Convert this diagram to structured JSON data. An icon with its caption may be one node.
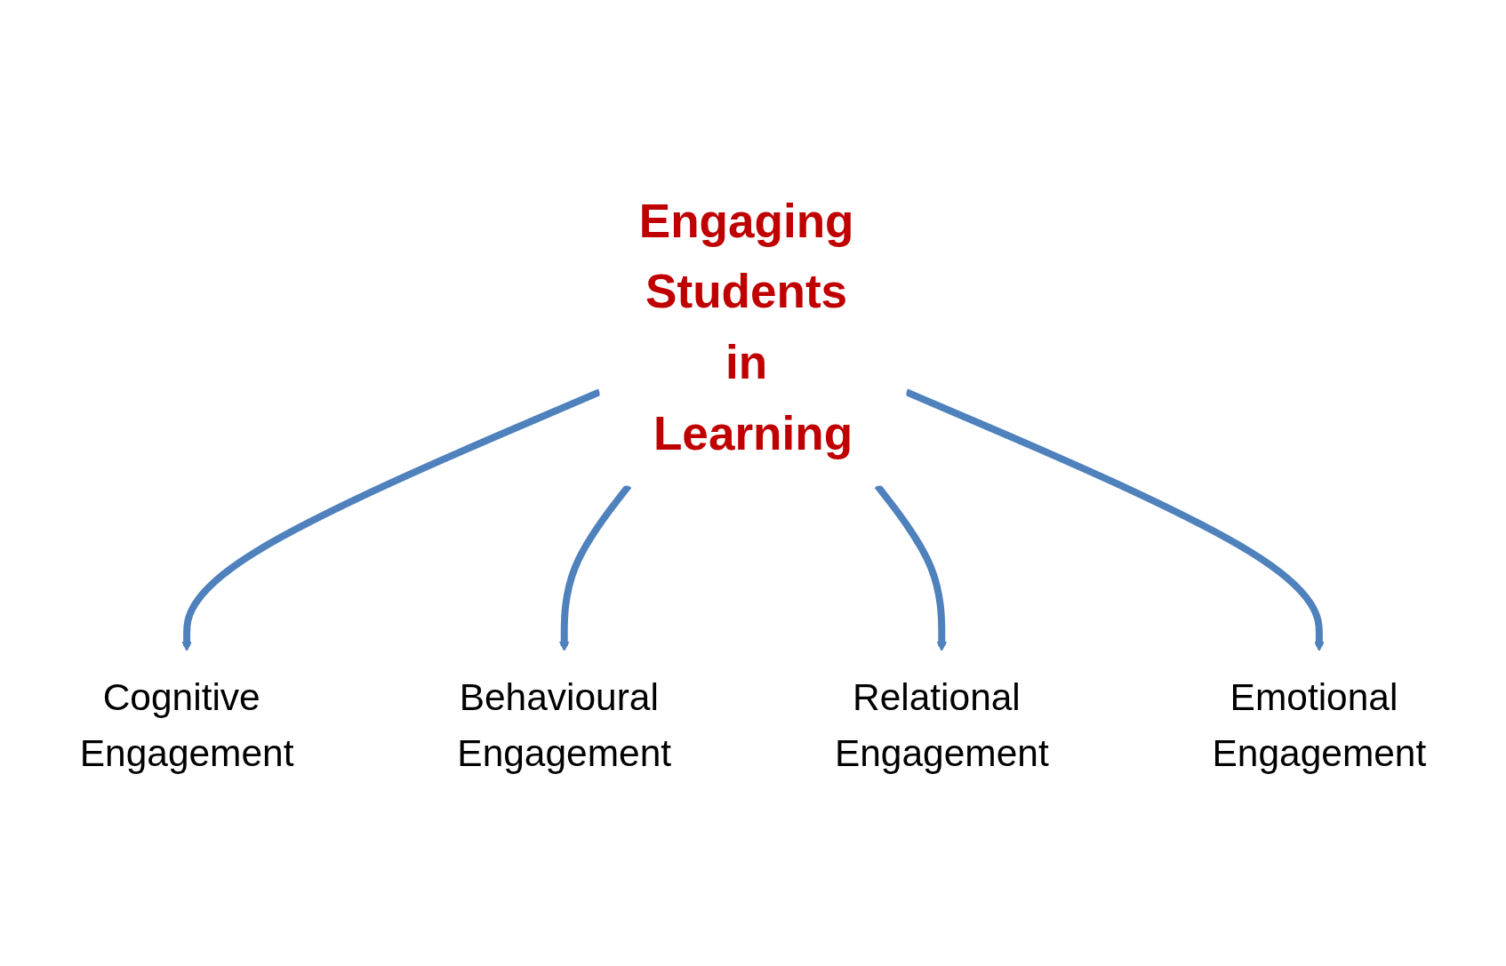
{
  "diagram": {
    "nodes": [
      {
        "text": [
          "Engaging Students in Learning"
        ]
      },
      {
        "text": [
          "Cognitive Engagement"
        ]
      },
      {
        "text": [
          "Behavioural Engagement"
        ]
      },
      {
        "text": [
          "Relational Engagement"
        ]
      },
      {
        "text": [
          "Emotional Engagement"
        ]
      }
    ],
    "edges": [
      {
        "from": 0,
        "to": 1,
        "arrow": "to"
      },
      {
        "from": 0,
        "to": 2,
        "arrow": "to"
      },
      {
        "from": 0,
        "to": 3,
        "arrow": "to"
      },
      {
        "from": 0,
        "to": 4,
        "arrow": "to"
      }
    ]
  }
}
